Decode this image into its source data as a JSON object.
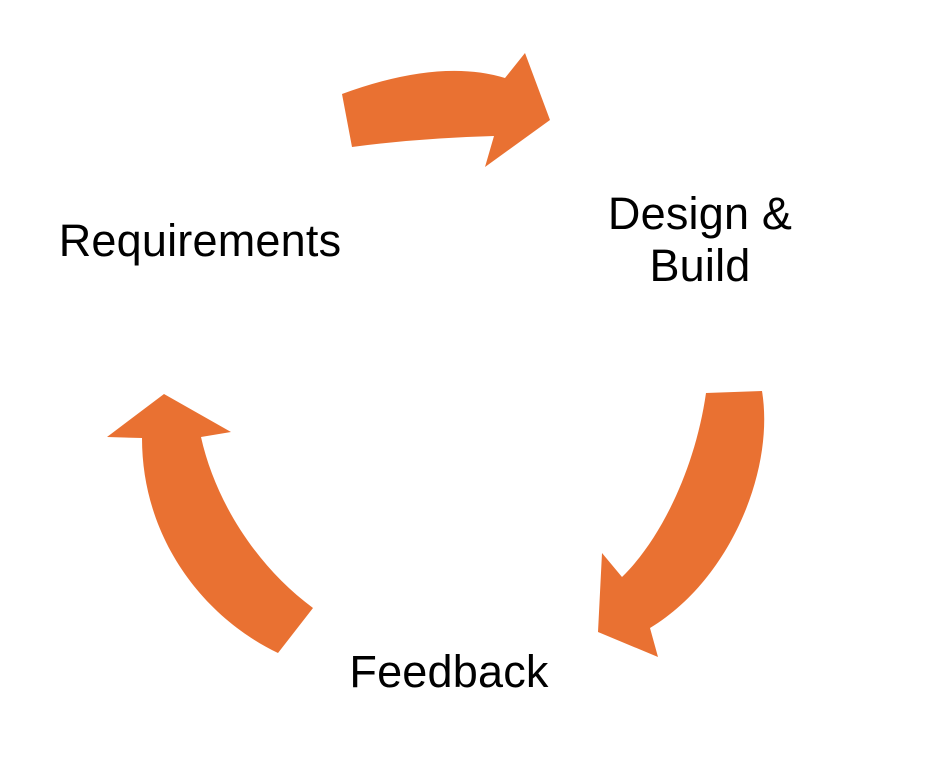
{
  "diagram": {
    "type": "cycle",
    "background_color": "#FFFFFF",
    "arrow_color": "#E97132",
    "text_color": "#000000",
    "nodes": [
      {
        "id": "requirements",
        "label": "Requirements"
      },
      {
        "id": "design-build",
        "label": "Design &\nBuild"
      },
      {
        "id": "feedback",
        "label": "Feedback"
      }
    ],
    "connections": [
      {
        "from": "Requirements",
        "to": "Design & Build",
        "arrow": "curved-right-arrow-top"
      },
      {
        "from": "Design & Build",
        "to": "Feedback",
        "arrow": "curved-down-left-arrow-right-side"
      },
      {
        "from": "Feedback",
        "to": "Requirements",
        "arrow": "curved-up-arrow-left-side"
      }
    ]
  }
}
